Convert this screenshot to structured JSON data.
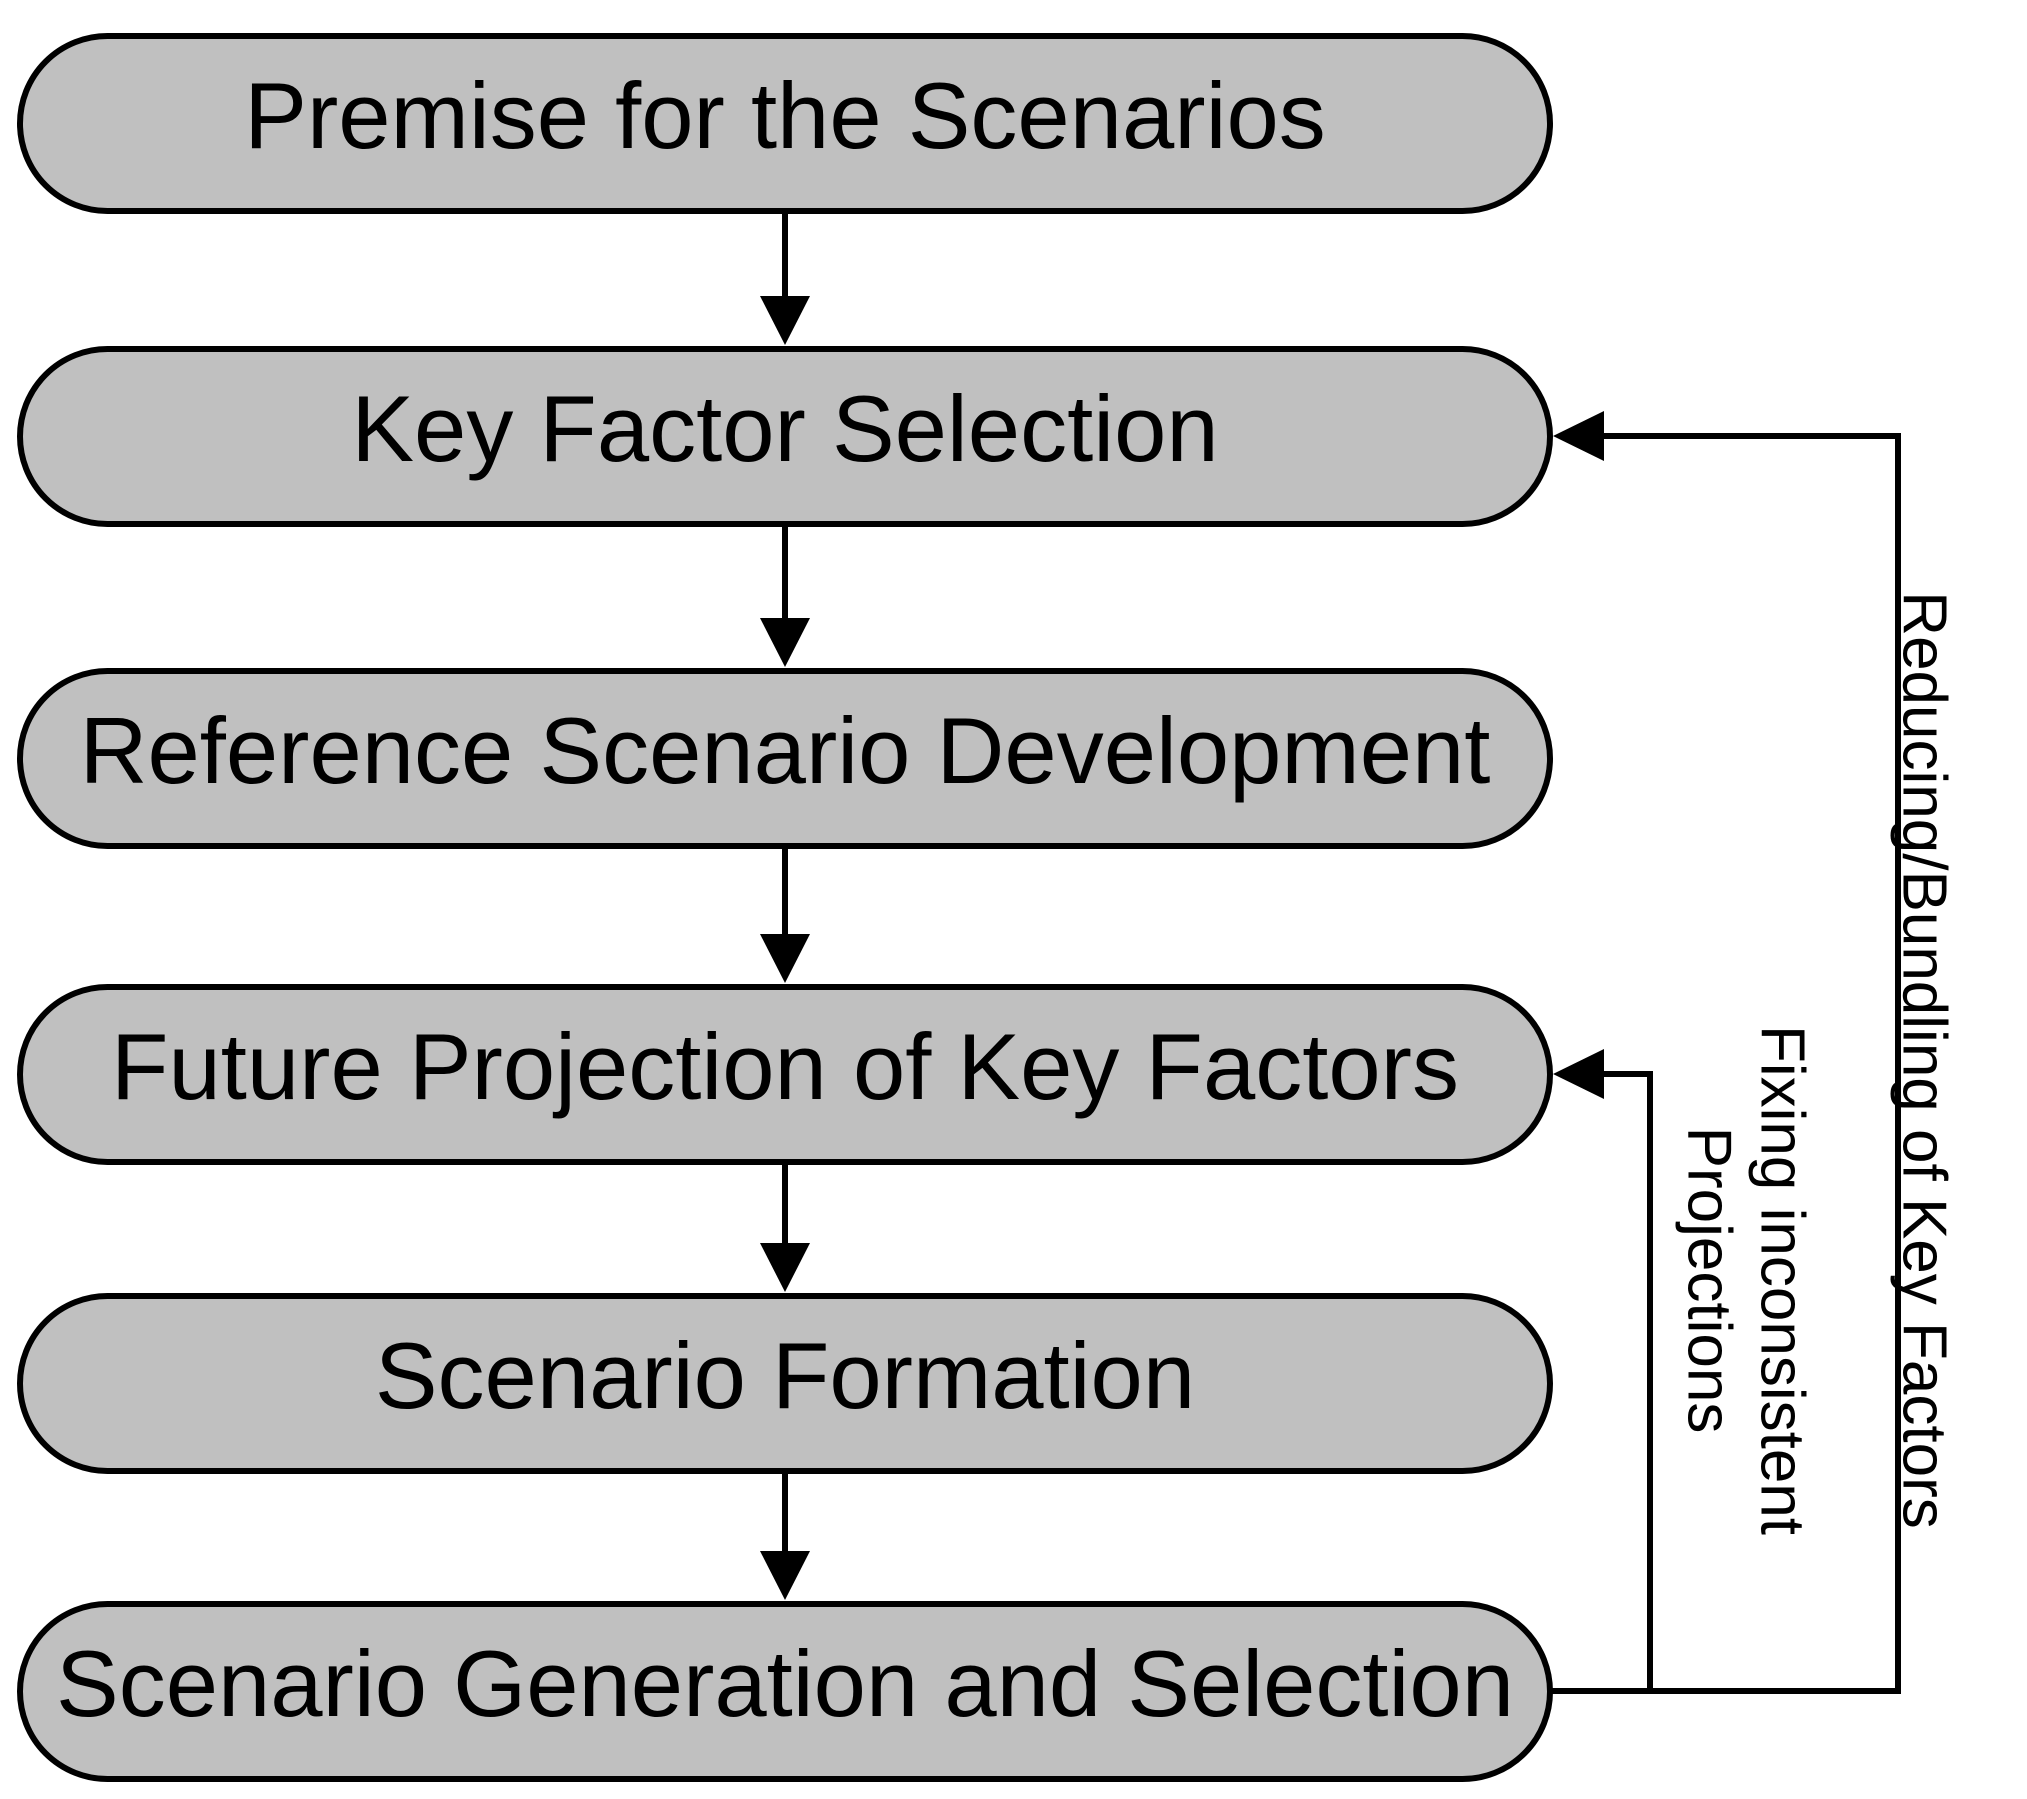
{
  "stages": [
    {
      "label": "Premise for the Scenarios"
    },
    {
      "label": "Key Factor Selection"
    },
    {
      "label": "Reference Scenario Development"
    },
    {
      "label": "Future Projection of Key Factors"
    },
    {
      "label": "Scenario Formation"
    },
    {
      "label": "Scenario Generation and Selection"
    }
  ],
  "feedback_loops": [
    {
      "lines": [
        "Reducing/Bundling of Key Factors"
      ],
      "from": "Scenario Generation and Selection",
      "to": "Key Factor Selection"
    },
    {
      "lines": [
        "Fixing inconsistent",
        "Projections"
      ],
      "from": "Scenario Generation and Selection",
      "to": "Future Projection of Key Factors"
    }
  ],
  "colors": {
    "stage_fill": "#c0c0c0",
    "stroke": "#000000",
    "background": "#ffffff"
  }
}
